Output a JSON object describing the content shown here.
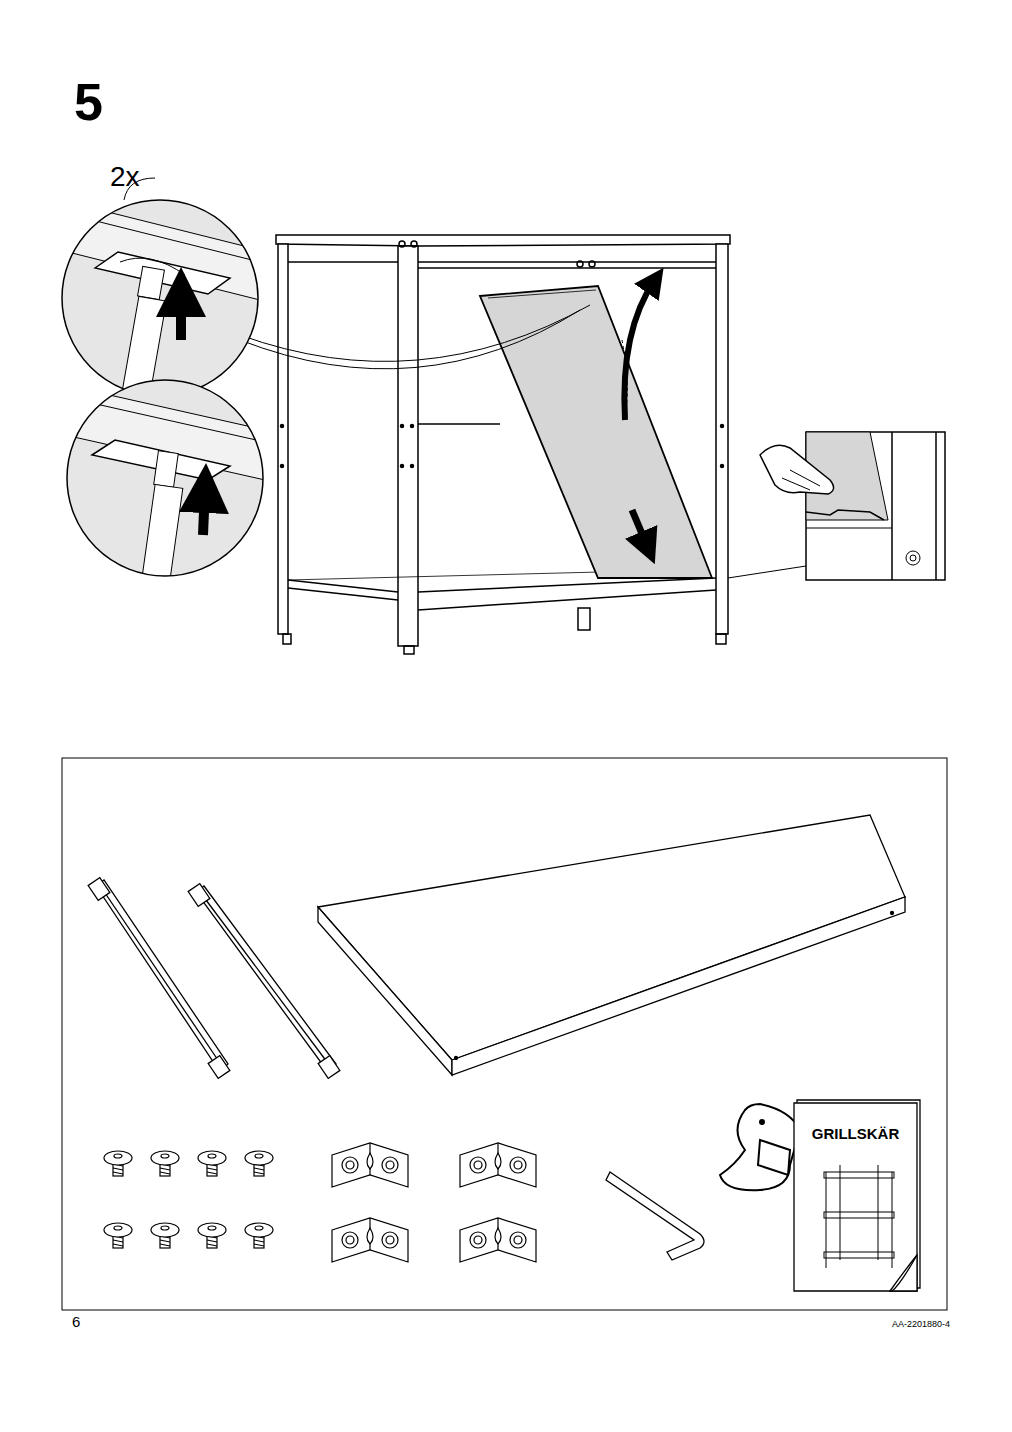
{
  "diagram": {
    "nodes": [
      {
        "text": [
          "GRILLSKÄR"
        ]
      }
    ],
    "labels": [
      "5",
      "2x",
      "6",
      "AA-2201880-4"
    ]
  }
}
